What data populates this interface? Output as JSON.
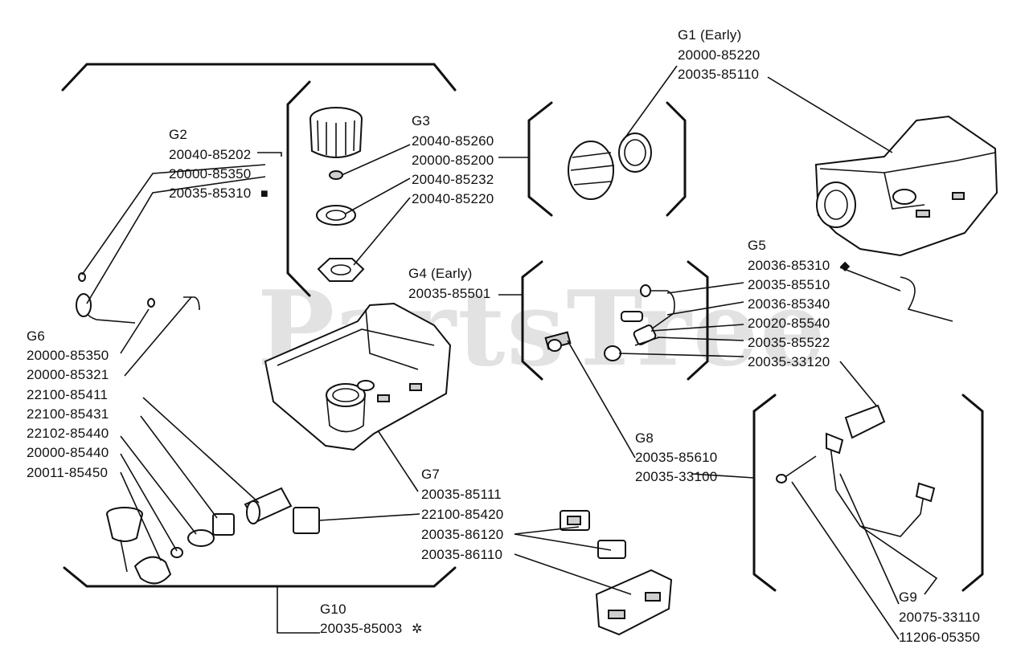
{
  "watermark": "PartsTree",
  "groups": {
    "g1": {
      "label": "G1 (Early)",
      "parts": [
        "20000-85220",
        "20035-85110"
      ]
    },
    "g2": {
      "label": "G2",
      "parts": [
        "20040-85202",
        "20000-85350",
        "20035-85310"
      ],
      "symbol": "■"
    },
    "g3": {
      "label": "G3",
      "parts": [
        "20040-85260",
        "20000-85200",
        "20040-85232",
        "20040-85220"
      ]
    },
    "g4": {
      "label": "G4 (Early)",
      "parts": [
        "20035-85501"
      ]
    },
    "g5": {
      "label": "G5",
      "parts": [
        "20036-85310",
        "20035-85510",
        "20036-85340",
        "20020-85540",
        "20035-85522",
        "20035-33120"
      ],
      "symbol": "◆"
    },
    "g6": {
      "label": "G6",
      "parts": [
        "20000-85350",
        "20000-85321",
        "22100-85411",
        "22100-85431",
        "22102-85440",
        "20000-85440",
        "20011-85450"
      ]
    },
    "g7": {
      "label": "G7",
      "parts": [
        "20035-85111",
        "22100-85420",
        "20035-86120",
        "20035-86110"
      ]
    },
    "g8": {
      "label": "G8",
      "parts": [
        "20035-85610",
        "20035-33100"
      ]
    },
    "g9": {
      "label": "G9",
      "parts": [
        "20075-33110",
        "11206-05350"
      ]
    },
    "g10": {
      "label": "G10",
      "parts": [
        "20035-85003"
      ],
      "symbol": "✲"
    }
  }
}
